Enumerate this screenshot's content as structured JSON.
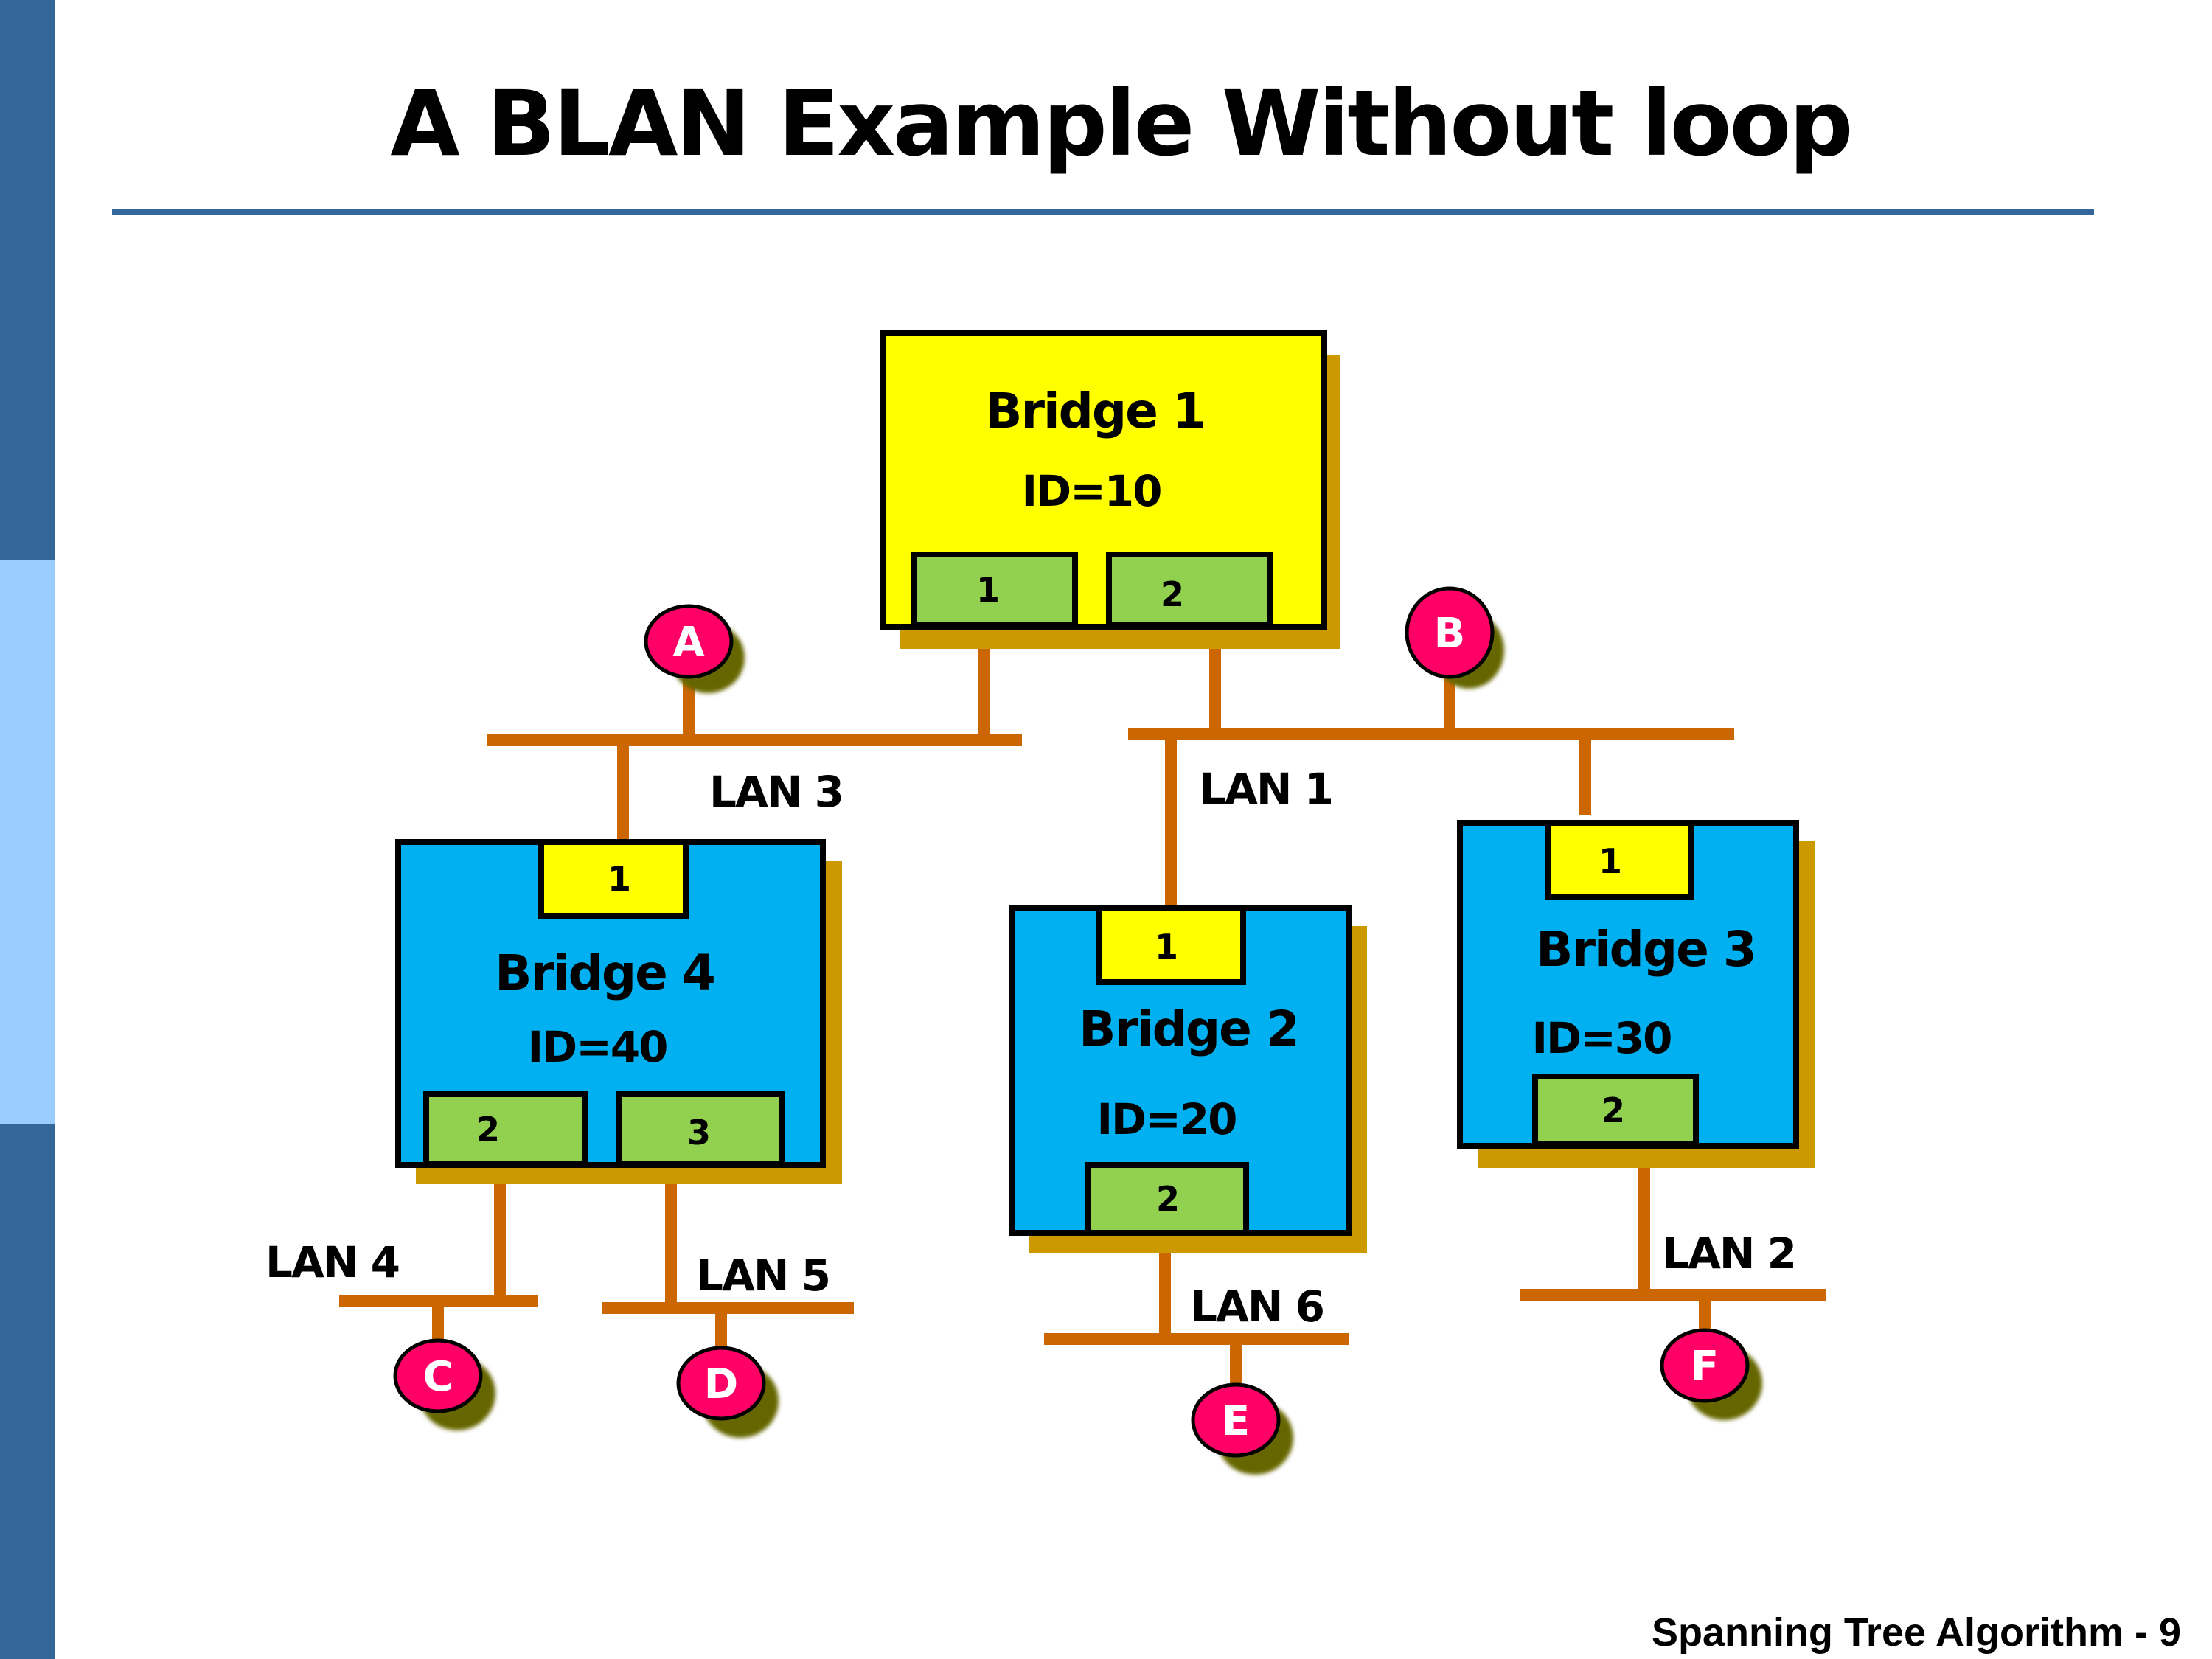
{
  "slide": {
    "title": "A BLAN Example Without loop",
    "footer": "Spanning Tree Algorithm - 9"
  },
  "colors": {
    "sidebar_dark": "#336699",
    "sidebar_light": "#99ccff",
    "rule": "#336699",
    "root_bridge_fill": "#ffff00",
    "bridge_fill": "#00b0f0",
    "port_green": "#92d050",
    "port_yellow": "#ffff00",
    "shadow": "#cc9900",
    "lan_wire": "#cc6600",
    "node_fill": "#ff0066",
    "node_shadow": "#666600"
  },
  "bridges": [
    {
      "key": "b1",
      "name": "Bridge 1",
      "id_label": "ID=10",
      "ports": [
        "1",
        "2"
      ]
    },
    {
      "key": "b2",
      "name": "Bridge 2",
      "id_label": "ID=20",
      "ports": [
        "1",
        "2"
      ]
    },
    {
      "key": "b3",
      "name": "Bridge 3",
      "id_label": "ID=30",
      "ports": [
        "1",
        "2"
      ]
    },
    {
      "key": "b4",
      "name": "Bridge 4",
      "id_label": "ID=40",
      "ports": [
        "1",
        "2",
        "3"
      ]
    }
  ],
  "lans": {
    "lan1": "LAN 1",
    "lan2": "LAN 2",
    "lan3": "LAN 3",
    "lan4": "LAN 4",
    "lan5": "LAN 5",
    "lan6": "LAN 6"
  },
  "nodes": {
    "a": "A",
    "b": "B",
    "c": "C",
    "d": "D",
    "e": "E",
    "f": "F"
  }
}
